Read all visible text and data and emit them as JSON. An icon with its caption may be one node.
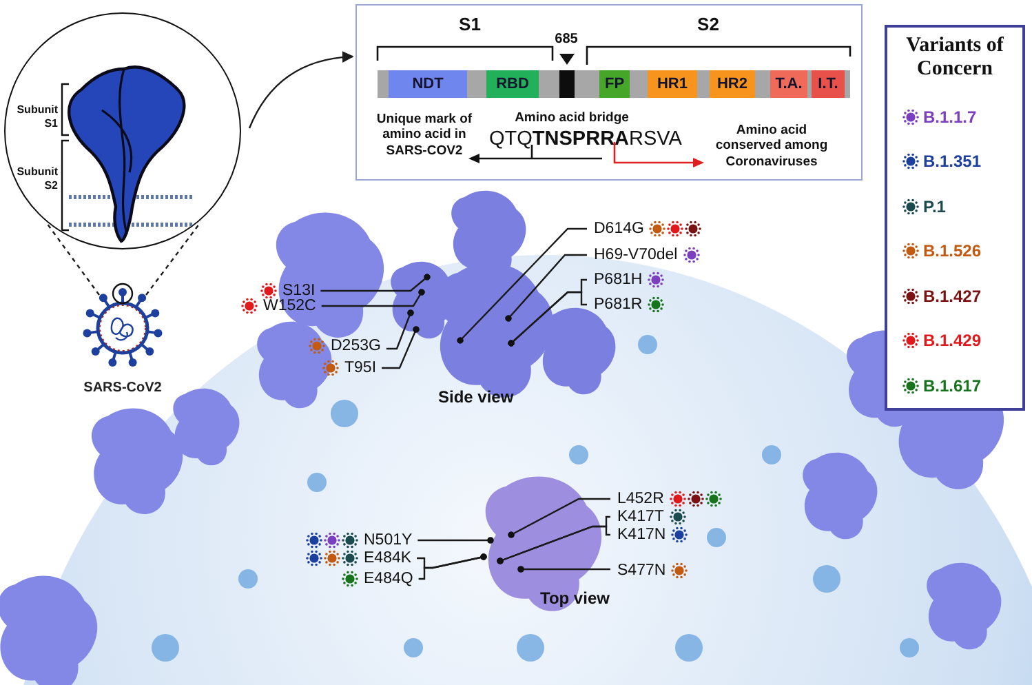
{
  "diagram": {
    "nodes": [
      {
        "text": [
          "Subunit S1",
          "Subunit S2"
        ]
      },
      {
        "text": [],
        "shape": "picture",
        "beside": [
          "SARS-CoV2"
        ]
      },
      {
        "text": [],
        "shape": "box"
      },
      {
        "text": [
          "NDT"
        ],
        "in": 2
      },
      {
        "text": [
          "RBD"
        ],
        "in": 2
      },
      {
        "text": [],
        "shape": "box",
        "in": 2
      },
      {
        "text": [
          "FP"
        ],
        "in": 2
      },
      {
        "text": [
          "HR1"
        ],
        "in": 2
      },
      {
        "text": [
          "HR2"
        ],
        "in": 2
      },
      {
        "text": [
          "T.A."
        ],
        "in": 2
      },
      {
        "text": [
          "I.T."
        ],
        "in": 2
      },
      {
        "text": [
          "S13I"
        ]
      },
      {
        "text": [
          "W152C"
        ]
      },
      {
        "text": [
          "D253G"
        ]
      },
      {
        "text": [
          "T95I"
        ]
      },
      {
        "text": [
          "D614G"
        ]
      },
      {
        "text": [
          "H69-V70del"
        ]
      },
      {
        "text": [
          "P681H"
        ]
      },
      {
        "text": [
          "P681R"
        ]
      },
      {
        "text": [
          "L452R"
        ]
      },
      {
        "text": [
          "K417T"
        ]
      },
      {
        "text": [
          "K417N"
        ]
      },
      {
        "text": [
          "N501Y"
        ]
      },
      {
        "text": [
          "E484K"
        ]
      },
      {
        "text": [
          "E484Q"
        ]
      },
      {
        "text": [
          "S477N"
        ]
      },
      {
        "text": [
          "Side view"
        ]
      },
      {
        "text": [
          "Top view"
        ]
      }
    ],
    "edges": [
      {
        "from": 1,
        "to": 0,
        "arrow": "none",
        "style": "dashed"
      },
      {
        "from": 0,
        "to": 2,
        "arrow": "to"
      },
      {
        "from": 11,
        "to": 26,
        "arrow": "other"
      },
      {
        "from": 12,
        "to": 26,
        "arrow": "other"
      },
      {
        "from": 13,
        "to": 26,
        "arrow": "other"
      },
      {
        "from": 14,
        "to": 26,
        "arrow": "other"
      },
      {
        "from": 15,
        "to": 26,
        "arrow": "other"
      },
      {
        "from": 16,
        "to": 26,
        "arrow": "other"
      },
      {
        "from": 17,
        "to": 26,
        "arrow": "other"
      },
      {
        "from": 18,
        "to": 26,
        "arrow": "other"
      },
      {
        "from": 19,
        "to": 27,
        "arrow": "other"
      },
      {
        "from": 20,
        "to": 27,
        "arrow": "other"
      },
      {
        "from": 21,
        "to": 27,
        "arrow": "other"
      },
      {
        "from": 22,
        "to": 27,
        "arrow": "other"
      },
      {
        "from": 23,
        "to": 27,
        "arrow": "other"
      },
      {
        "from": 24,
        "to": 27,
        "arrow": "other"
      },
      {
        "from": 25,
        "to": 27,
        "arrow": "other"
      }
    ],
    "labels": [
      "S1",
      "685",
      "S2",
      "Unique mark of amino acid in SARS-COV2",
      "Amino acid bridge",
      "QTQ**TNSPRRA**RSVA",
      "Amino acid conserved among Coronaviruses",
      "Variants of Concern"
    ],
    "legend": [
      {
        "text": "B.1.1.7",
        "color": "#7b3fc0"
      },
      {
        "text": "B.1.351",
        "color": "#1d3f9e"
      },
      {
        "text": "P.1",
        "color": "#1b4a4f"
      },
      {
        "text": "B.1.526",
        "color": "#c25a12"
      },
      {
        "text": "B.1.427",
        "color": "#7a1214"
      },
      {
        "text": "B.1.429",
        "color": "#e0191c"
      },
      {
        "text": "B.1.617",
        "color": "#17731c"
      }
    ]
  }
}
